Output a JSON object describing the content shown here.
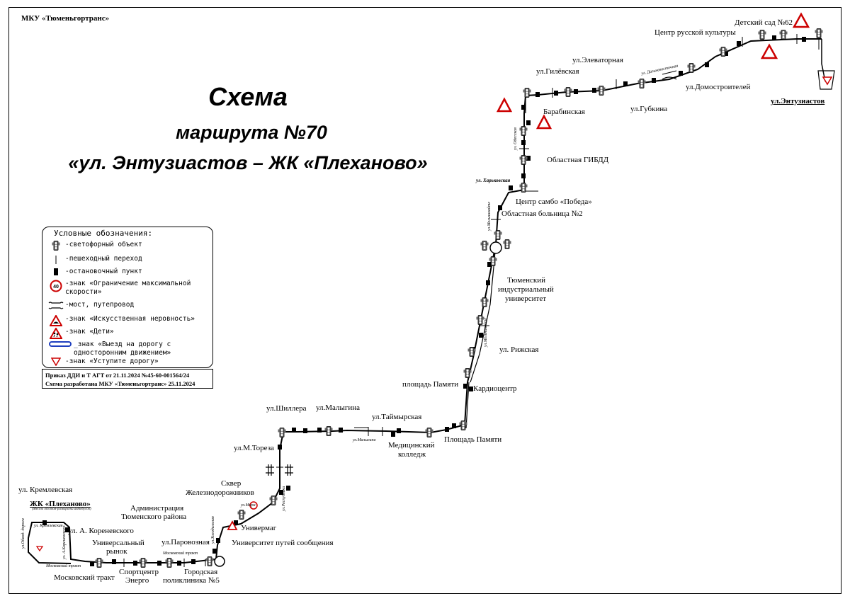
{
  "org": "МКУ «Тюменьгортранс»",
  "title": {
    "line1": "Схема",
    "line2": "маршрута №70",
    "line3": "«ул. Энтузиастов – ЖК «Плеханово»"
  },
  "legend": {
    "title": "Условные обозначения:",
    "items": [
      {
        "icon": "traffic-light-icon",
        "text": "-светофорный объект"
      },
      {
        "icon": "pedestrian-crossing-icon",
        "text": "-пешеходный переход"
      },
      {
        "icon": "bus-stop-icon",
        "text": "-остановочный пункт"
      },
      {
        "icon": "speed-limit-icon",
        "icon_text": "40",
        "text": "-знак «Ограничение максимальной скорости»"
      },
      {
        "icon": "bridge-icon",
        "text": "-мост, путепровод"
      },
      {
        "icon": "speed-bump-sign-icon",
        "text": "-знак «Искусственная неровность»"
      },
      {
        "icon": "children-sign-icon",
        "text": "-знак «Дети»"
      },
      {
        "icon": "one-way-exit-sign-icon",
        "text": "_знак «Выезд на дорогу с односторонним движением»"
      },
      {
        "icon": "yield-sign-icon",
        "text": "-знак «Уступите дорогу»"
      }
    ]
  },
  "order": {
    "line1": "Приказ ДДИ и Т АГТ от 21.11.2024 №45-60-001564/24",
    "line2": "Схема разработана МКУ «Тюменьгортранс» 25.11.2024"
  },
  "stops": {
    "entuziastov": "ул.Энтузиастов",
    "detsad": "Детский сад №62",
    "center_rus": "Центр русской культуры",
    "domostroiteley": "ул.Домостроителей",
    "elevatornaya": "ул.Элеваторная",
    "gilevskaya": "ул.Гилёвская",
    "gubkina": "ул.Губкина",
    "barabinskaya": "Барабинская",
    "gibdd": "Областная ГИБДД",
    "sambo": "Центр самбо «Победа»",
    "hospital": "Областная больница №2",
    "tiu_1": "Тюменский",
    "tiu_2": "индустриальный",
    "tiu_3": "университет",
    "rizhskaya": "ул. Рижская",
    "pamyati_1": "площадь Памяти",
    "cardio": "Кардиоцентр",
    "pamyati_2": "Площадь Памяти",
    "med_1": "Медицинский",
    "med_2": "колледж",
    "taymyrskaya": "ул.Таймырская",
    "malygina": "ул.Малыгина",
    "shillera": "ул.Шиллера",
    "toreza": "ул.М.Тореза",
    "skver_1": "Сквер",
    "skver_2": "Железнодорожников",
    "univermag": "Универмаг",
    "upu": "Университет путей сообщения",
    "poliklinika_1": "Городская",
    "poliklinika_2": "поликлиника №5",
    "parovoznaya": "ул.Паровозная",
    "admin_1": "Администрация",
    "admin_2": "Тюменского района",
    "sportcenter_1": "Спортцентр",
    "sportcenter_2": "Энерго",
    "rynok_1": "Универсальный",
    "rynok_2": "рынок",
    "korenevskogo": "ул. А. Кореневского",
    "moskovsky": "Московский тракт",
    "plekhanovo": "ЖК «Плеханово»",
    "kremlevskaya": "ул. Кремлевская"
  },
  "streets": {
    "dalnevostochnaya": "ул. Дальневосточная",
    "odesskaya": "ул. Одесская",
    "kharkovskaya": "ул. Харьковская",
    "melnikaite_1": "ул.Мельникайте",
    "melnikaite_2": "ул.Мельникайте",
    "malygina_st": "ул.Малыгина",
    "respubliki": "ул.Республики",
    "mira": "ул.Мира",
    "kholodilnaya": "ул.Холодильная",
    "moskovsky_1": "Московский тракт",
    "moskovsky_2": "Московский тракт",
    "kremlevskaya_st": "ул. Кремлевская",
    "korenevskogo_st": "ул. А.Кореневского",
    "obvod": "ул.Обвод. дорога",
    "plekhanovo_sub": "(Место отстоя-разворота автобусов)"
  }
}
